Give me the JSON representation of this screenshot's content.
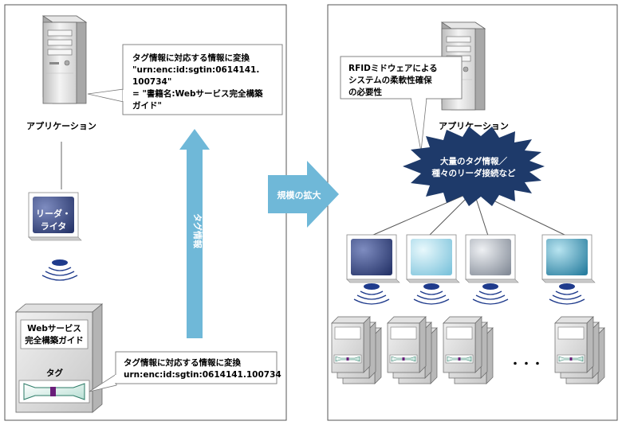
{
  "left_panel": {
    "server_label": "アプリケーション",
    "callout_top": [
      "タグ情報に対応する情報に変換",
      "\"urn:enc:id:sgtin:0614141.",
      "100734\"",
      "= \"書籍名:Webサービス完全構築",
      "ガイド\""
    ],
    "reader_label": [
      "リーダ・",
      "ライタ"
    ],
    "arrow_label": "タグ情報",
    "book_title": [
      "Webサービス",
      "完全構築ガイド"
    ],
    "tag_label": "タグ",
    "callout_bottom": [
      "タグ情報に対応する情報に変換",
      "urn:enc:id:sgtin:0614141.100734"
    ]
  },
  "center_arrow_label": "規模の拡大",
  "right_panel": {
    "callout": [
      "RFIDミドウェアによる",
      "システムの柔軟性確保",
      "の必要性"
    ],
    "server_label": "アプリケーション",
    "starburst": [
      "大量のタグ情報／",
      "種々のリーダ接続など"
    ],
    "ellipsis": "・・・"
  },
  "colors": {
    "arrow": "#6fb8d8",
    "starburst": "#1e3a6a",
    "reader_1": "#3f4f8a",
    "reader_2": "#9fd8e8",
    "reader_3": "#9aa3ae",
    "reader_4": "#3a9ab8"
  }
}
